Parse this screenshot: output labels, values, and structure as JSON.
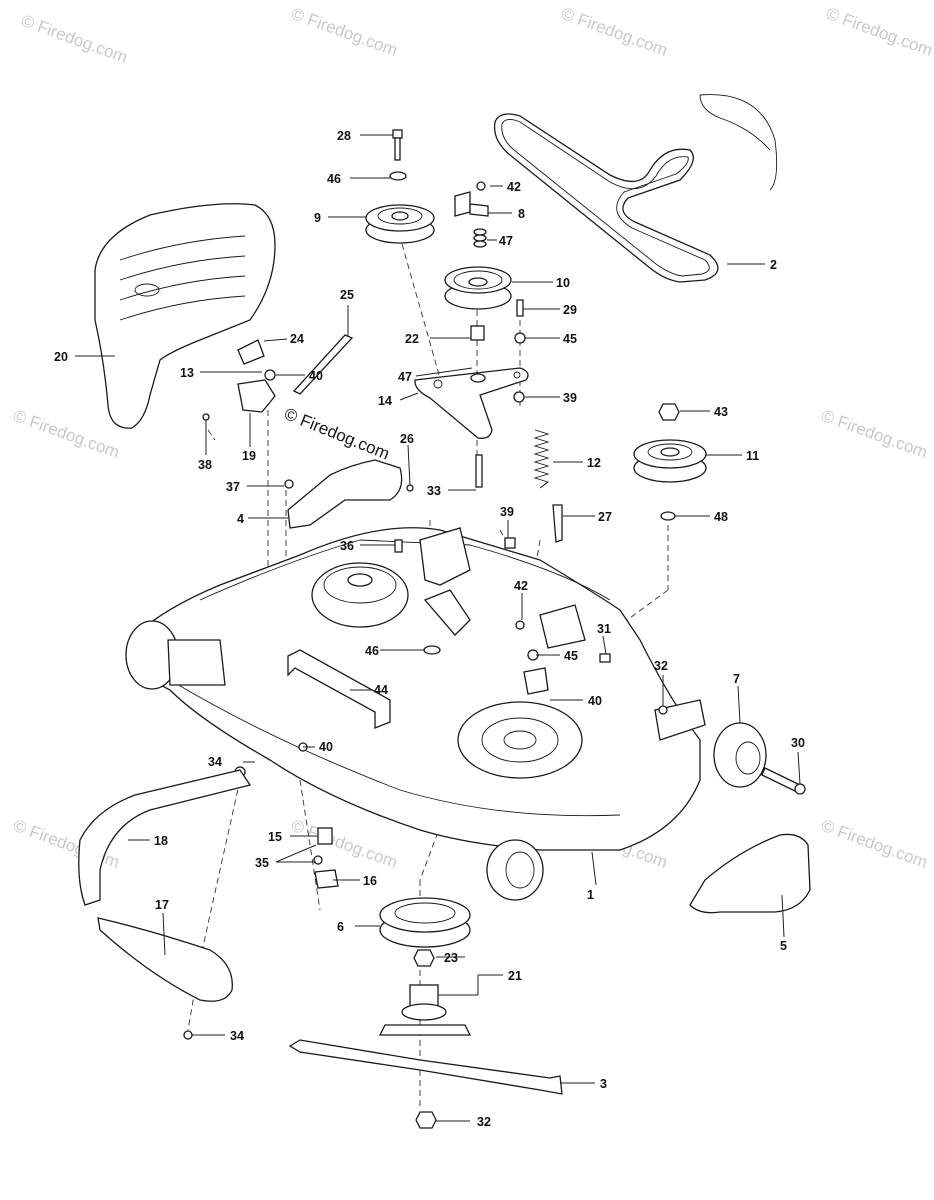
{
  "watermark": {
    "text": "© Firedog.com",
    "center_text": "© Firedog.com",
    "color": "#c9c9c9"
  },
  "callouts": {
    "c1": "1",
    "c2": "2",
    "c3": "3",
    "c4": "4",
    "c5": "5",
    "c6": "6",
    "c7": "7",
    "c8": "8",
    "c9": "9",
    "c10": "10",
    "c11": "11",
    "c12": "12",
    "c13": "13",
    "c14": "14",
    "c15": "15",
    "c16": "16",
    "c17": "17",
    "c18": "18",
    "c19": "19",
    "c20": "20",
    "c21": "21",
    "c22": "22",
    "c23": "23",
    "c24": "24",
    "c25": "25",
    "c26": "26",
    "c27": "27",
    "c28": "28",
    "c29": "29",
    "c30": "30",
    "c31": "31",
    "c32a": "32",
    "c32b": "32",
    "c33": "33",
    "c34a": "34",
    "c34b": "34",
    "c35": "35",
    "c36": "36",
    "c37": "37",
    "c38": "38",
    "c39a": "39",
    "c39b": "39",
    "c40a": "40",
    "c40b": "40",
    "c40c": "40",
    "c42a": "42",
    "c42b": "42",
    "c43": "43",
    "c44": "44",
    "c45a": "45",
    "c45b": "45",
    "c46a": "46",
    "c46b": "46",
    "c47a": "47",
    "c47b": "47",
    "c48": "48"
  }
}
